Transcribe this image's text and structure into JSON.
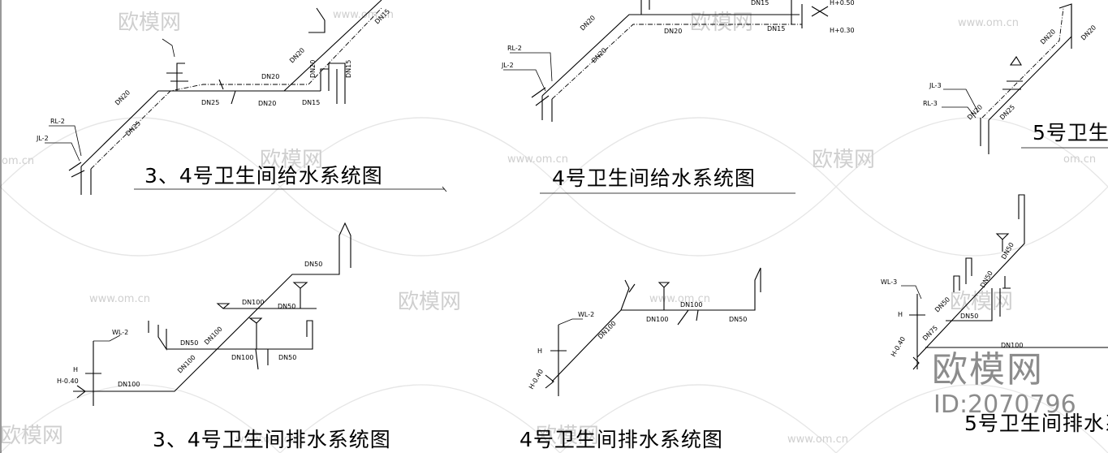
{
  "titles": {
    "t1": "3、4号卫生间给水系统图",
    "t2": "4号卫生间给水系统图",
    "t3": "5号卫生",
    "t4": "3、4号卫生间排水系统图",
    "t5": "4号卫生间排水系统图",
    "t6": "5号卫生间排水系"
  },
  "riser_labels": {
    "rl2_a": "RL-2",
    "jl2_a": "JL-2",
    "rl2_b": "RL-2",
    "jl2_b": "JL-2",
    "jl3": "JL-3",
    "rl3": "RL-3",
    "wl2_a": "WL-2",
    "wl2_b": "WL-2",
    "wl3": "WL-3"
  },
  "elevations": {
    "h050": "H+0.50",
    "h030": "H+0.30",
    "h_a": "H",
    "h040_a": "H-0.40",
    "h_b": "H",
    "h040_b": "H-0.40",
    "h_c": "H",
    "h040_c": "H-0.40"
  },
  "pipe_sizes": {
    "p1": "DN20",
    "p2": "DN25",
    "p3": "DN20",
    "p4": "DN25",
    "p5": "DN20",
    "p6": "DN15",
    "p7": "DN20",
    "p8": "DN15",
    "p9": "DN15",
    "p10": "DN20",
    "p11": "DN20",
    "p12": "DN20",
    "p13": "DN20",
    "p14": "DN15",
    "p15": "DN15",
    "p16": "DN20",
    "p17": "DN20",
    "p18": "DN20",
    "p19": "DN25",
    "d1": "DN50",
    "d2": "DN100",
    "d3": "DN50",
    "d4": "DN50",
    "d5": "DN100",
    "d6": "DN100",
    "d7": "DN100",
    "d8": "DN50",
    "d9": "DN100",
    "d10": "DN100",
    "d11": "DN100",
    "d12": "DN50",
    "d13": "DN100",
    "d14": "DN50",
    "d15": "DN50",
    "d16": "DN50",
    "d17": "DN75",
    "d18": "DN100"
  },
  "watermark": {
    "brand": "欧模网",
    "site": "www.om.cn",
    "site_short": "om.cn",
    "id": "ID:2070796"
  }
}
